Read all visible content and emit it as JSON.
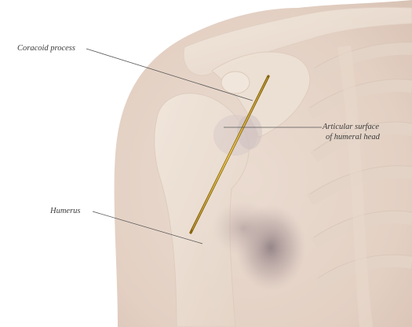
{
  "labels": {
    "coracoid": "Coracoid process",
    "articular_line1": "Articular surface",
    "articular_line2": "of humeral head",
    "humerus": "Humerus"
  },
  "colors": {
    "background": "#ffffff",
    "skin": "#e9d9cc",
    "bone": "#efe3d6",
    "rib": "#e6d8ca",
    "shadow": "#8f7f84",
    "needle": "#c99a1a",
    "leader_line": "#555555",
    "label_text": "#3a3a3a"
  }
}
